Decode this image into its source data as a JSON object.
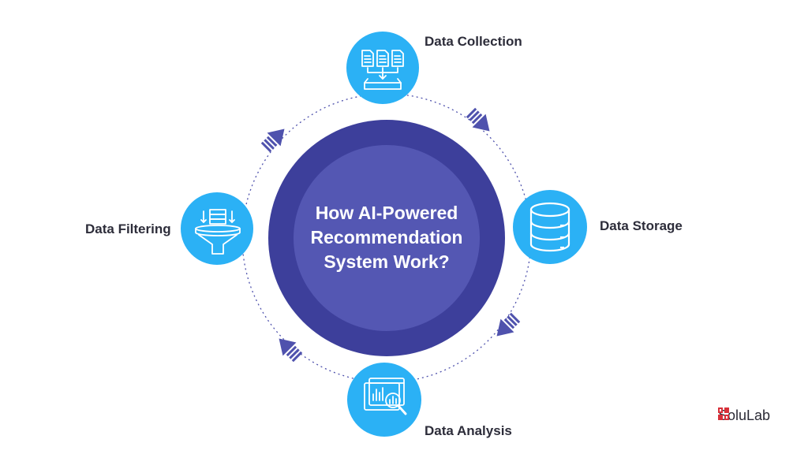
{
  "title_lines": [
    "How AI-Powered",
    "Recommendation",
    "System Work?"
  ],
  "steps": [
    {
      "label": "Data Collection",
      "icon": "documents-to-tray-icon"
    },
    {
      "label": "Data Storage",
      "icon": "database-icon"
    },
    {
      "label": "Data Analysis",
      "icon": "chart-magnifier-icon"
    },
    {
      "label": "Data Filtering",
      "icon": "funnel-filter-icon"
    }
  ],
  "brand": {
    "name": "SoluLab"
  },
  "colors": {
    "center_outer": "#3d3f9b",
    "center_inner": "#5457b3",
    "step_circle": "#2bb1f5",
    "arrow": "#4f52ad",
    "ring": "#4f52ad",
    "logo_mark": "#d8313a"
  }
}
